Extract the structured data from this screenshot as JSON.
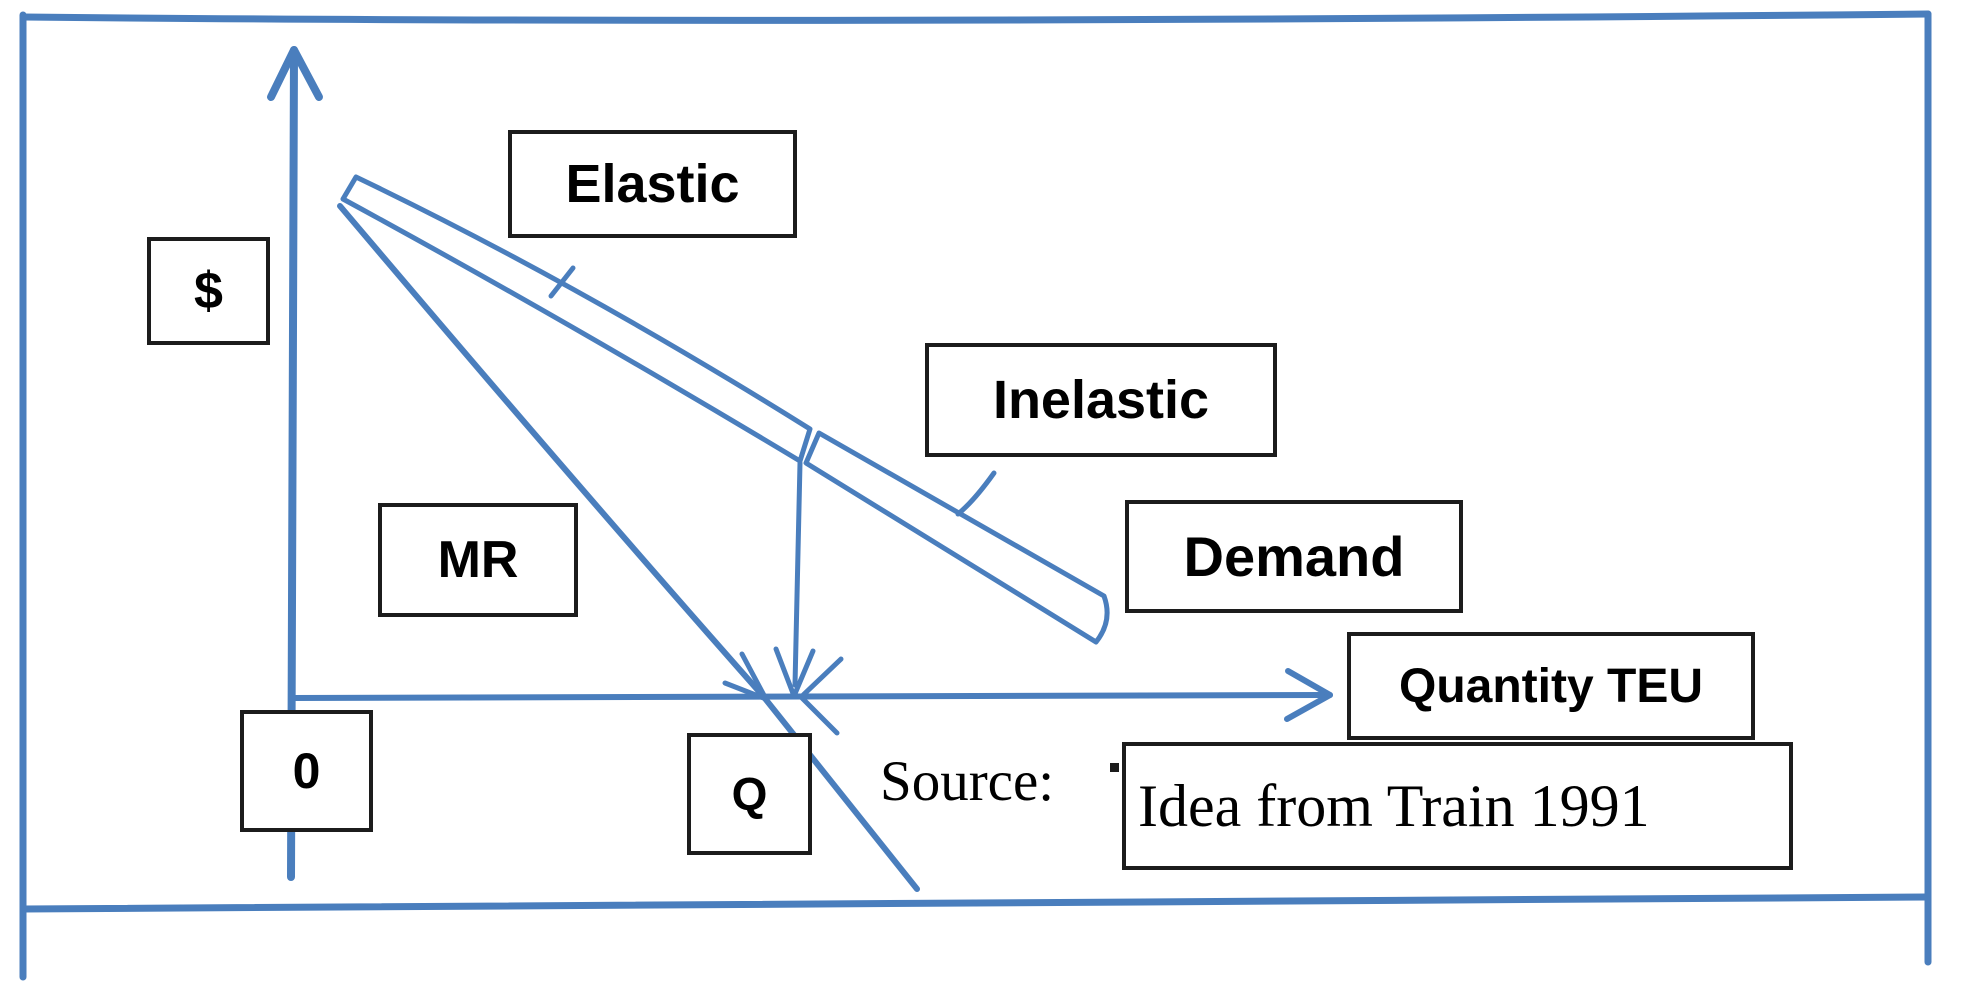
{
  "colors": {
    "diagram_blue": "#4a7ebd",
    "box_border": "#1c1c1c",
    "text": "#000000",
    "background": "#ffffff"
  },
  "diagram": {
    "y_axis_label": "$",
    "x_axis_label": "Quantity TEU",
    "origin_label": "0",
    "quantity_point_label": "Q",
    "curve_labels": {
      "elastic": "Elastic",
      "inelastic": "Inelastic",
      "marginal_revenue": "MR",
      "demand": "Demand"
    },
    "source_text": "Source:",
    "attribution_overlay": "Idea from Train 1991"
  }
}
